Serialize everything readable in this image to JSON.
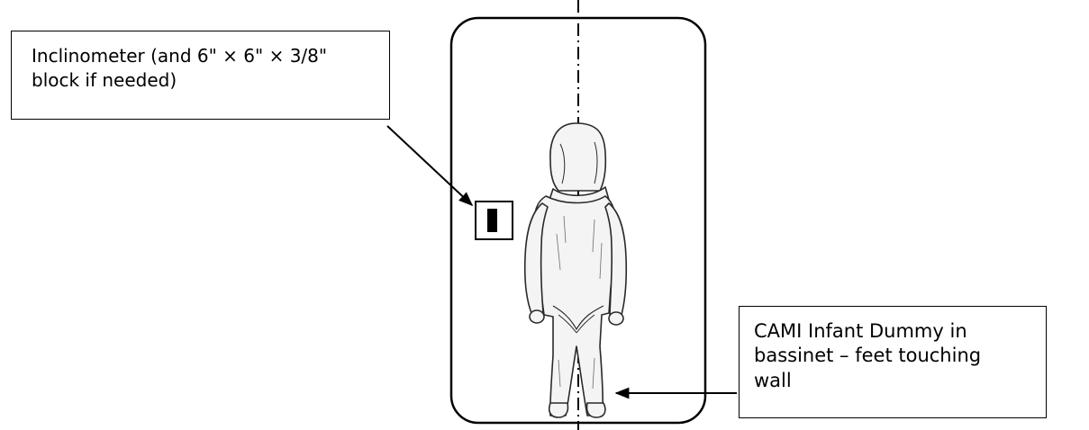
{
  "callouts": {
    "inclinometer": {
      "lines": [
        "Inclinometer (and 6\" × 6\" × 3/8\"",
        "block if needed)"
      ]
    },
    "dummy": {
      "lines": [
        "CAMI Infant Dummy in",
        "bassinet – feet touching",
        "wall"
      ]
    }
  },
  "colors": {
    "stroke": "#000000",
    "sketch": "#2a2a2a",
    "background": "#ffffff"
  }
}
